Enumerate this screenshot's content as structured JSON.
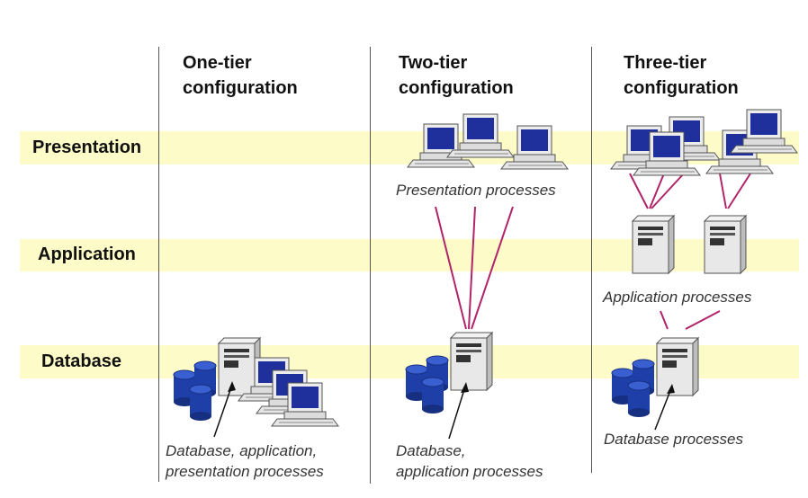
{
  "rows": {
    "presentation": "Presentation",
    "application": "Application",
    "database": "Database"
  },
  "columns": [
    {
      "title_line1": "One-tier",
      "title_line2": "configuration"
    },
    {
      "title_line1": "Two-tier",
      "title_line2": "configuration"
    },
    {
      "title_line1": "Three-tier",
      "title_line2": "configuration"
    }
  ],
  "captions": {
    "one_tier_line1": "Database, application,",
    "one_tier_line2": "presentation processes",
    "two_tier_presentation": "Presentation processes",
    "two_tier_db_line1": "Database,",
    "two_tier_db_line2": "application processes",
    "three_tier_application": "Application processes",
    "three_tier_database": "Database processes"
  },
  "colors": {
    "band": "#fdfbc8",
    "connector": "#b0246a",
    "screen": "#1f2f9c",
    "cylinder": "#1f3fa8"
  }
}
